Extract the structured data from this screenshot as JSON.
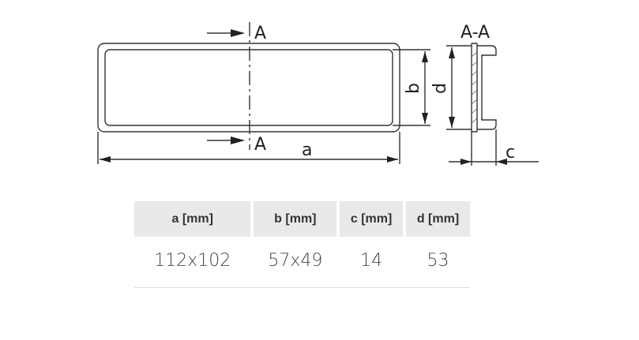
{
  "drawing": {
    "section_marker_top": "A",
    "section_marker_bottom": "A",
    "dimension_a": "a",
    "dimension_b": "b",
    "dimension_d": "d",
    "dimension_c": "c",
    "section_title": "A-A"
  },
  "table": {
    "headers": [
      "a [mm]",
      "b [mm]",
      "c [mm]",
      "d [mm]"
    ],
    "rows": [
      [
        "112x102",
        "57x49",
        "14",
        "53"
      ]
    ]
  }
}
